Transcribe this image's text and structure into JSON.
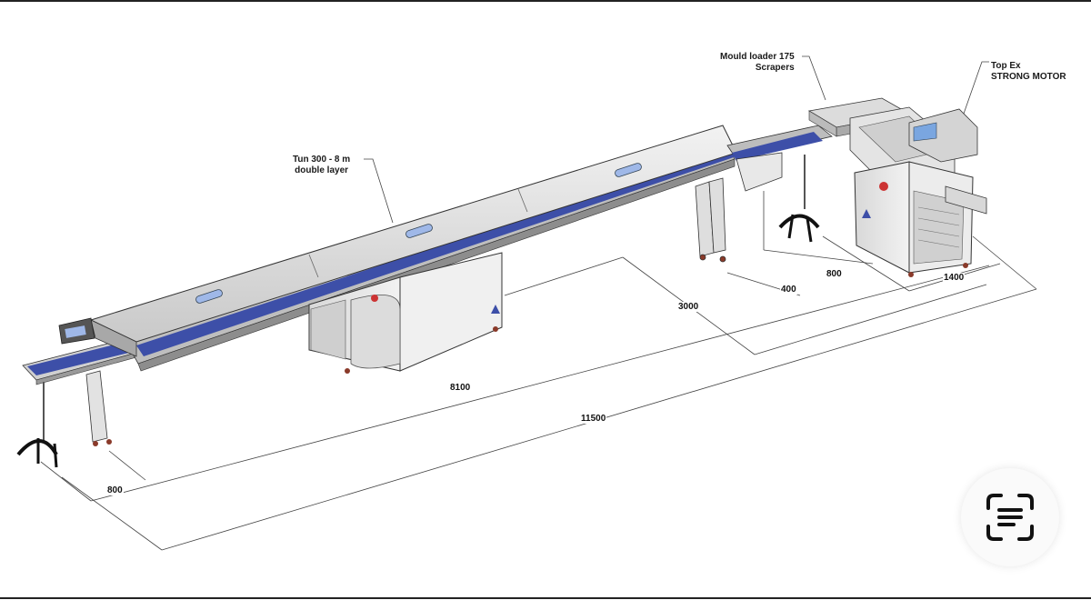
{
  "labels": {
    "tunnel": [
      "Tun 300 - 8 m",
      "double layer"
    ],
    "mould_loader": [
      "Mould loader 175",
      "Scrapers"
    ],
    "top_ex": [
      "Top Ex",
      "STRONG MOTOR"
    ]
  },
  "dimensions": {
    "d_800_right": "800",
    "d_400": "400",
    "d_1400": "1400",
    "d_3000": "3000",
    "d_8100": "8100",
    "d_11500": "11500",
    "d_800_left": "800"
  },
  "colors": {
    "belt": "#3d4fa8",
    "steel_light": "#e6e6e6",
    "steel_mid": "#bdbdbd",
    "steel_dark": "#7a7a7a",
    "outline": "#333333"
  },
  "icons": {
    "scan_button": "text-scan-icon"
  }
}
